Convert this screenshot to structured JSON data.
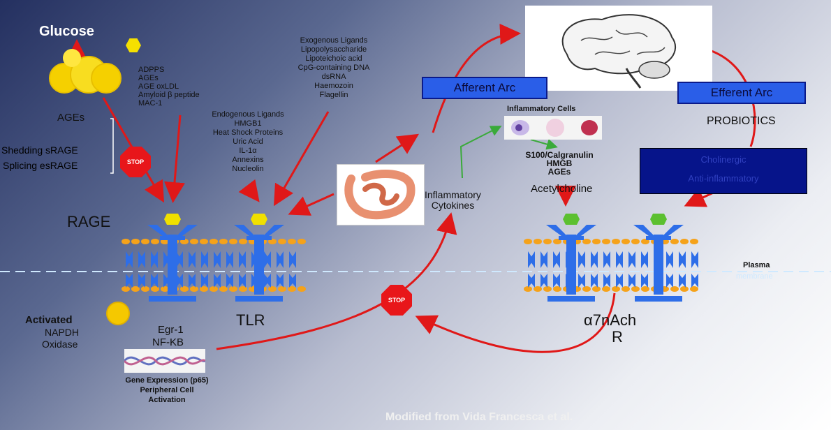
{
  "glucose": {
    "label": "Glucose",
    "age_list": [
      "ADPPS",
      "AGEs",
      "AGE oxLDL",
      "Amyloid β peptide",
      "MAC-1"
    ],
    "ages": "AGEs"
  },
  "soluble": {
    "shedding": "Shedding sRAGE",
    "splicing": "Splicing esRAGE"
  },
  "stop": {
    "label": "STOP"
  },
  "endogenous": [
    "Endogenous Ligands",
    "HMGB1",
    "Heat Shock Proteins",
    "Uric Acid",
    "IL-1α",
    "Annexins",
    "Nucleolin"
  ],
  "exogenous": [
    "Exogenous Ligands",
    "Lipopolysaccharide",
    "Lipoteichoic acid",
    "CpG-containing DNA",
    "dsRNA",
    "Haemozoin",
    "Flagellin"
  ],
  "arcs": {
    "afferent": "Afferent Arc",
    "efferent": "Efferent Arc"
  },
  "probiotics": "PROBIOTICS",
  "cholinergic": [
    "Cholinergic",
    "Anti-inflammatory"
  ],
  "inflammatory_cells": {
    "title": "Inflammatory  Cells",
    "mediators": [
      "S100/Calgranulin",
      "HMGB",
      "AGEs"
    ]
  },
  "acetylcholine": "Acetylcholine",
  "cytokines": [
    "Inflammatory",
    "Cytokines"
  ],
  "receptors": {
    "rage": "RAGE",
    "tlr": "TLR",
    "a7_line1": "α7nAch",
    "a7_line2": "R"
  },
  "plasma": {
    "line1": "Plasma",
    "line2": "membrane"
  },
  "bottom_left": {
    "activated": "Activated",
    "napdh": "NAPDH",
    "oxidase": "Oxidase",
    "egr": "Egr-1",
    "nfkb": "NF-KB",
    "gene": "Gene Expression (p65)",
    "peripheral": "Peripheral Cell",
    "activation": "Activation"
  },
  "credit": "Modified from Vida Francesca et al."
}
